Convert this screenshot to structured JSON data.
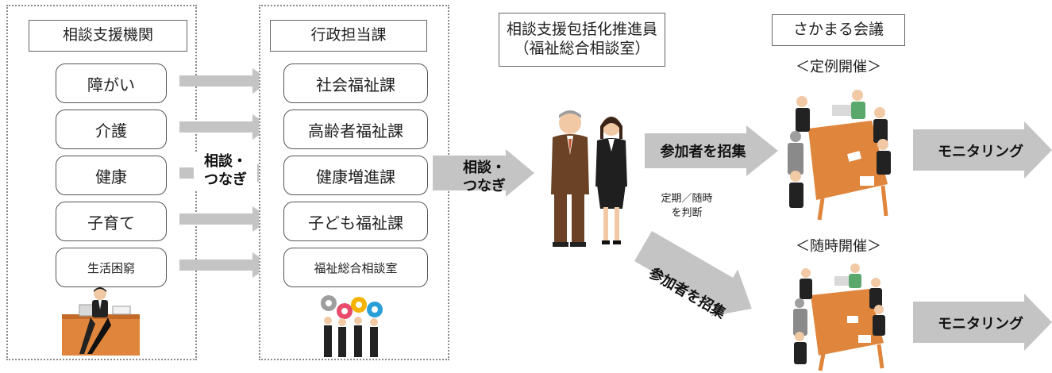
{
  "left_panel": {
    "title": "相談支援機関",
    "items": [
      "障がい",
      "介護",
      "健康",
      "子育て",
      "生活困窮"
    ]
  },
  "middle_panel": {
    "title": "行政担当課",
    "items": [
      "社会福祉課",
      "高齢者福祉課",
      "健康増進課",
      "子ども福祉課",
      "福祉総合相談室"
    ]
  },
  "connector_left": {
    "line1": "相談・",
    "line2": "つなぎ"
  },
  "connector_right": {
    "line1": "相談・",
    "line2": "つなぎ"
  },
  "promoter": {
    "title_line1": "相談支援包括化推進員",
    "title_line2": "（福祉総合相談室）"
  },
  "decision_note": {
    "line1": "定期／随時",
    "line2": "を判断"
  },
  "meeting": {
    "title": "さかまる会議",
    "regular": "＜定例開催＞",
    "adhoc": "＜随時開催＞"
  },
  "invite_upper": "参加者を招集",
  "invite_lower": "参加者を招集",
  "monitoring_upper": "モニタリング",
  "monitoring_lower": "モニタリング",
  "colors": {
    "arrow": "#c4c4c4",
    "panel_border": "#8a8a8a",
    "suit_brown": "#6b4226",
    "suit_black": "#1f1f1f",
    "table_orange": "#e0853c"
  }
}
